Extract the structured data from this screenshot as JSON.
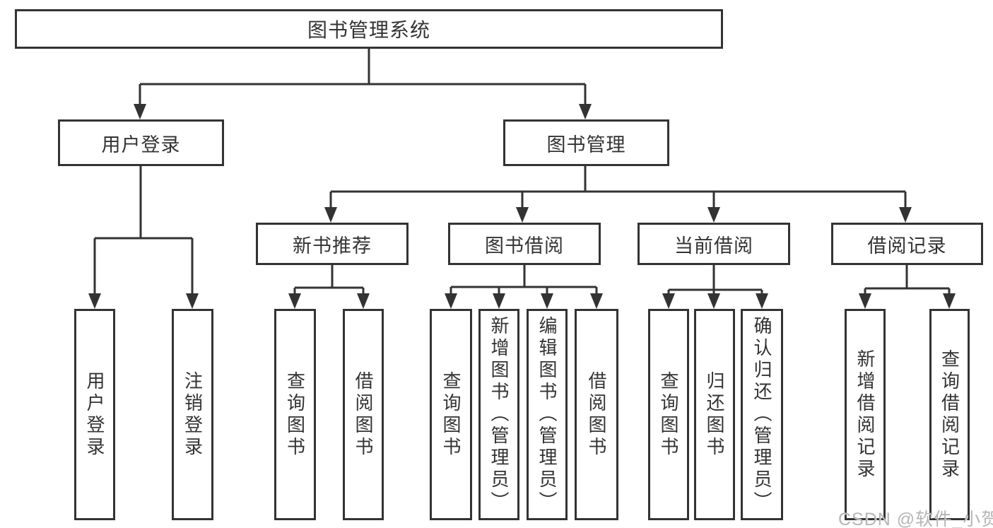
{
  "diagram": {
    "root": {
      "label": "图书管理系统"
    },
    "level2": [
      {
        "label": "用户登录",
        "children": [
          {
            "label": "用户登录"
          },
          {
            "label": "注销登录"
          }
        ]
      },
      {
        "label": "图书管理",
        "children": [
          {
            "label": "新书推荐",
            "children": [
              {
                "label": "查询图书"
              },
              {
                "label": "借阅图书"
              }
            ]
          },
          {
            "label": "图书借阅",
            "children": [
              {
                "label": "查询图书"
              },
              {
                "label": "新增图书（管理员）"
              },
              {
                "label": "编辑图书（管理员）"
              },
              {
                "label": "借阅图书"
              }
            ]
          },
          {
            "label": "当前借阅",
            "children": [
              {
                "label": "查询图书"
              },
              {
                "label": "归还图书"
              },
              {
                "label": "确认归还（管理员）"
              }
            ]
          },
          {
            "label": "借阅记录",
            "children": [
              {
                "label": "新增借阅记录"
              },
              {
                "label": "查询借阅记录"
              }
            ]
          }
        ]
      }
    ]
  },
  "watermark": {
    "text": "CSDN @软件_小贺同学"
  },
  "colors": {
    "line": "#333333",
    "text": "#333333",
    "background": "#ffffff",
    "watermark": "#b5b5b5"
  }
}
